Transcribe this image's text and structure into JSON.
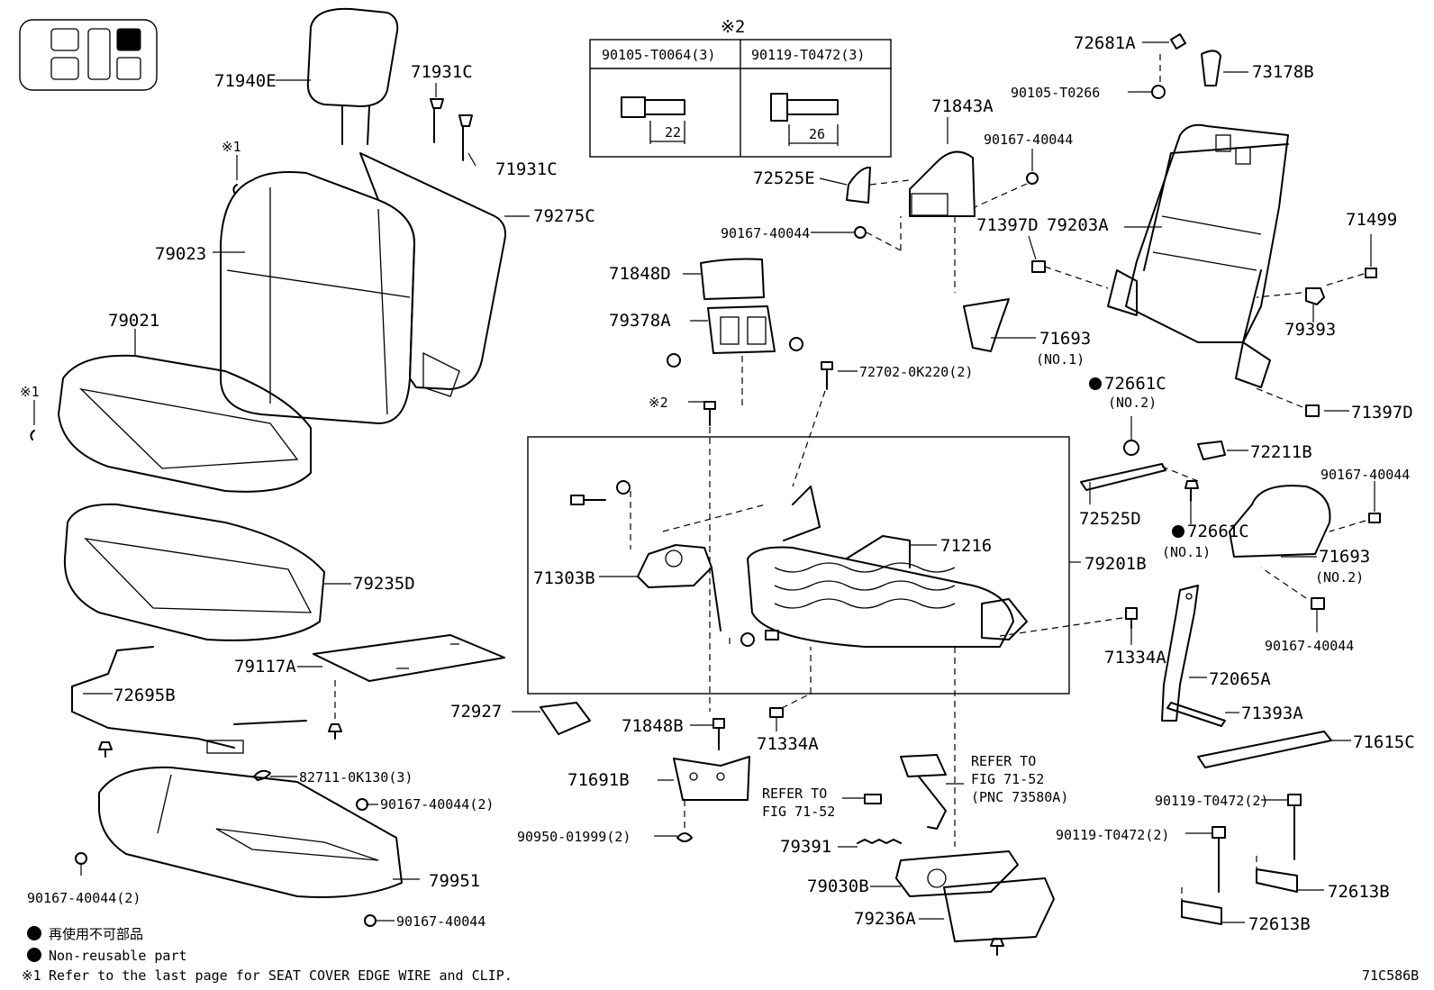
{
  "diagram_code": "71C586B",
  "legend": {
    "non_reusable_ja": "再使用不可部品",
    "non_reusable_en": "Non-reusable part",
    "note1_mark": "※1",
    "note1_text": "Refer to the last page for SEAT COVER EDGE WIRE and CLIP.",
    "note2_mark": "※2"
  },
  "bolt_table": {
    "mark": "※2",
    "col1_part": "90105-T0064(3)",
    "col1_length": "22",
    "col2_part": "90119-T0472(3)",
    "col2_length": "26"
  },
  "refer_notes": {
    "left_line1": "REFER TO",
    "left_line2": "FIG 71-52",
    "right_line1": "REFER TO",
    "right_line2": "FIG 71-52",
    "right_line3": "(PNC 73580A)"
  },
  "labels": {
    "p71940E": "71940E",
    "p71931C_a": "71931C",
    "p71931C_b": "71931C",
    "m1_a": "※1",
    "m1_b": "※1",
    "p79275C": "79275C",
    "p79023": "79023",
    "p79021": "79021",
    "p79235D": "79235D",
    "p79117A": "79117A",
    "p72695B": "72695B",
    "p72927": "72927",
    "p82711": "82711-0K130(3)",
    "p90167_2a": "90167-40044(2)",
    "p90167_2b": "90167-40044(2)",
    "p79951": "79951",
    "p90167_bl": "90167-40044",
    "p71848D": "71848D",
    "p79378A": "79378A",
    "p72702": "72702-0K220(2)",
    "m2": "※2",
    "p71303B": "71303B",
    "p71216": "71216",
    "p79201B": "79201B",
    "p71848B": "71848B",
    "p71334A_a": "71334A",
    "p71691B": "71691B",
    "p90950": "90950-01999(2)",
    "p79391": "79391",
    "p79030B": "79030B",
    "p79236A": "79236A",
    "p71843A": "71843A",
    "p90167_t": "90167-40044",
    "p72525E": "72525E",
    "p90167_m": "90167-40044",
    "p71397D_a": "71397D",
    "p79203A": "79203A",
    "p71693_1": "71693",
    "no1_a": "(NO.1)",
    "p72681A": "72681A",
    "p73178B": "73178B",
    "p90105_T0266": "90105-T0266",
    "p71499": "71499",
    "p79393": "79393",
    "p71397D_b": "71397D",
    "p72661C_2": "72661C",
    "no2_a": "(NO.2)",
    "p72211B": "72211B",
    "p90167_r": "90167-40044",
    "p72525D": "72525D",
    "p72661C_1": "72661C",
    "no1_b": "(NO.1)",
    "p71693_2": "71693",
    "no2_b": "(NO.2)",
    "p90167_r2": "90167-40044",
    "p71334A_b": "71334A",
    "p72065A": "72065A",
    "p71393A": "71393A",
    "p71615C": "71615C",
    "p90119_a": "90119-T0472(2)",
    "p90119_b": "90119-T0472(2)",
    "p72613B_a": "72613B",
    "p72613B_b": "72613B"
  }
}
